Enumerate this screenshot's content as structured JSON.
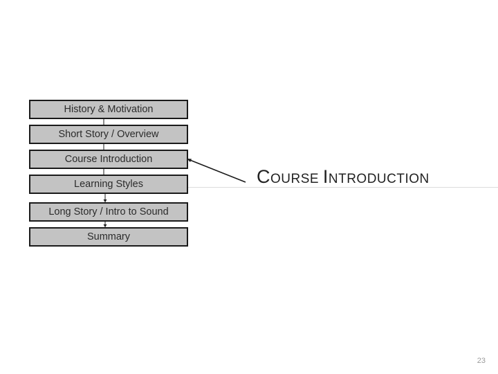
{
  "flow": {
    "steps": [
      "History & Motivation",
      "Short Story / Overview",
      "Course Introduction",
      "Learning Styles",
      "Long Story / Intro to Sound",
      "Summary"
    ],
    "highlighted_step": "Course Introduction"
  },
  "section": {
    "title_word_1": "Course",
    "title_word_2": "Introduction"
  },
  "footer": {
    "page_number": "23"
  },
  "colors": {
    "box_fill": "#c3c3c3",
    "box_border": "#1a1a1a",
    "text": "#222222"
  }
}
